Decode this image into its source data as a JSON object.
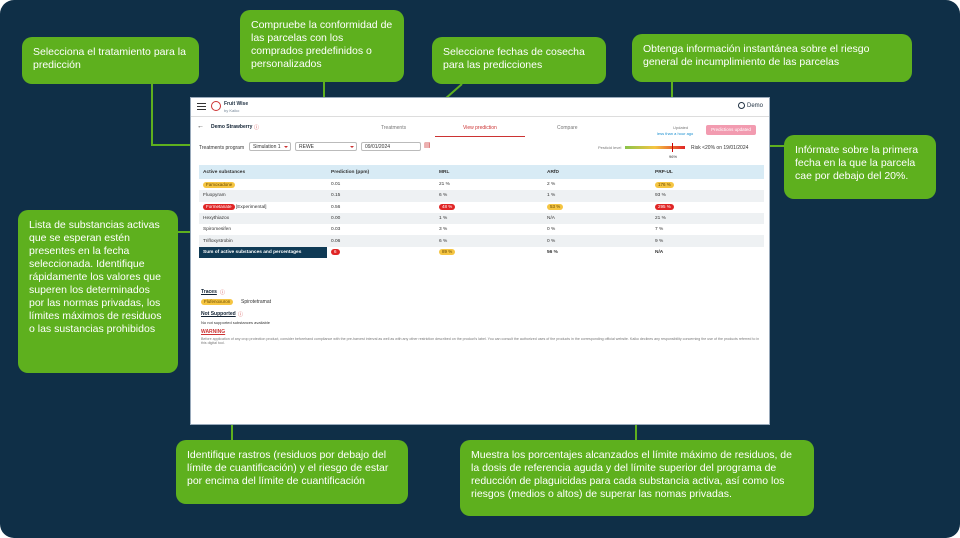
{
  "callouts": {
    "treatment": "Selecciona el tratamiento para la predicción",
    "conformity": "Compruebe la conformidad de las parcelas con los comprados predefinidos o personalizados",
    "harvest": "Seleccione fechas de cosecha para las predicciones",
    "risk": "Obtenga información instantánea sobre el riesgo general de incumplimiento de las parcelas",
    "date": "Infórmate sobre la primera fecha en la que la parcela cae por debajo del 20%.",
    "substances": "Lista de substancias activas que se esperan estén presentes en la fecha seleccionada. Identifique rápidamente los valores que superen los determinados por las normas privadas, los límites máximos de residuos o las sustancias prohibidos",
    "traces": "Identifique rastros (residuos por debajo del límite de cuantificación) y el riesgo de estar por encima del límite de cuantificación",
    "percentages": "Muestra los porcentajes alcanzados el límite máximo de residuos, de la dosis de referencia aguda y del límite superior del programa de reducción de plaguicidas para cada substancia activa, así como los riesgos (medios o altos) de superar las nomas privadas."
  },
  "app": {
    "brand": "Fruit Wise",
    "brand_sub": "by Kaiko",
    "user": "Demo",
    "farm": "Demo Strawberry",
    "tabs": [
      "Treatments",
      "View prediction",
      "Compare"
    ],
    "program_label": "Treatments program",
    "program_value": "Simulation 1",
    "standard_value": "REWE",
    "date_value": "09/01/2024",
    "risk_label": "Pesticid level",
    "risk_pct": "96%",
    "updated_line1": "Updated",
    "updated_line2": "less than a hour ago",
    "predictions_button": "Predictions updated",
    "risk_date": "Risk <20% on 19/01/2024",
    "columns": [
      "Active substances",
      "Prediction (ppm)",
      "MRL",
      "ARfD",
      "PRP-UL"
    ],
    "rows": [
      {
        "name": "Famoxadone",
        "pred": "0.01",
        "mrl": "21 %",
        "arfd": "2 %",
        "prp": "176 %"
      },
      {
        "name": "Fluopyram",
        "pred": "0.15",
        "mrl": "6 %",
        "arfd": "1 %",
        "prp": "93 %"
      },
      {
        "name": "Formetanate",
        "tag": "[Experimental]",
        "pred": "0.56",
        "mrl": "48 %",
        "arfd": "53 %",
        "prp": "295 %"
      },
      {
        "name": "Hexythiazox",
        "pred": "0.00",
        "mrl": "1 %",
        "arfd": "N/A",
        "prp": "21 %"
      },
      {
        "name": "Spiromesifen",
        "pred": "0.03",
        "mrl": "3 %",
        "arfd": "0 %",
        "prp": "7 %"
      },
      {
        "name": "Trifloxystrobin",
        "pred": "0.06",
        "mrl": "6 %",
        "arfd": "0 %",
        "prp": "9 %"
      }
    ],
    "sum_row": {
      "label": "Sum of active substances and percentages",
      "pred": "6",
      "mrl": "89 %",
      "arfd": "56 %",
      "prp": "N/A"
    },
    "traces_title": "Traces",
    "trace_items": [
      "Flufenoxuron",
      "Spirotetramat"
    ],
    "not_supported_title": "Not Supported",
    "not_supported_text": "No not supported substances available",
    "warning_title": "WARNING",
    "warning_text": "Before application of any crop protection product, consider beforehand compliance with the pre-harvest interval as well as with any other restriction described on the product's label. You can consult the authorized uses of the products in the corresponding official website. Kaiko declines any responsibility concerning the use of the products referred to in this digital tool."
  },
  "colors": {
    "background": "#0f2f47",
    "callout": "#5eb01e",
    "pill_yellow": "#f5c542",
    "pill_red": "#e02525",
    "header": "#d8ebf5"
  }
}
